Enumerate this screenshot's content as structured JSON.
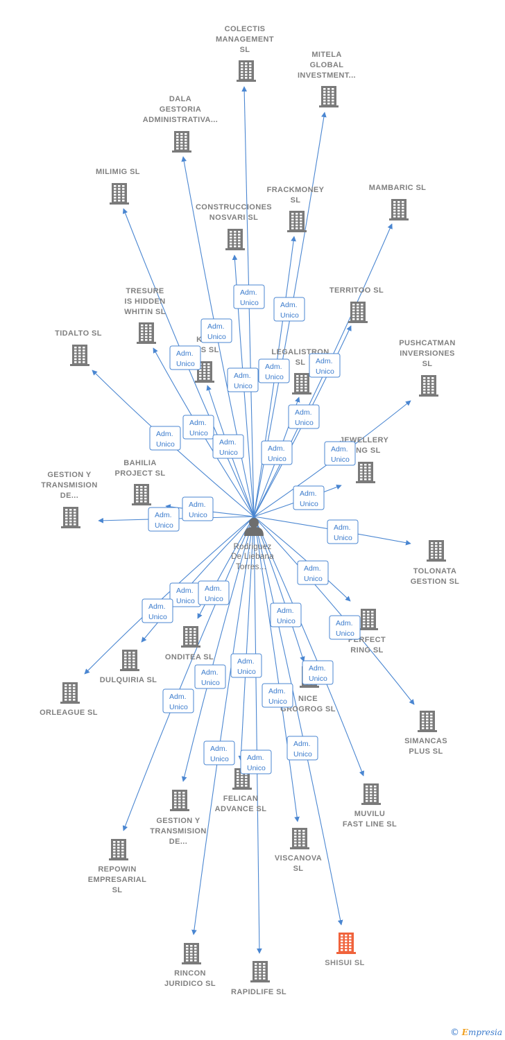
{
  "person": {
    "name_lines": [
      "Rodriguez",
      "De Liebana",
      "Torres..."
    ]
  },
  "relation_label_lines": [
    "Adm.",
    "Unico"
  ],
  "companies": [
    {
      "id": "colectis",
      "lines": [
        "COLECTIS",
        "MANAGEMENT",
        "SL"
      ],
      "highlight": false
    },
    {
      "id": "mitela",
      "lines": [
        "MITELA",
        "GLOBAL",
        "INVESTMENT..."
      ],
      "highlight": false
    },
    {
      "id": "dala",
      "lines": [
        "DALA",
        "GESTORIA",
        "ADMINISTRATIVA..."
      ],
      "highlight": false
    },
    {
      "id": "milimig",
      "lines": [
        "MILIMIG  SL"
      ],
      "highlight": false
    },
    {
      "id": "frackmoney",
      "lines": [
        "FRACKMONEY",
        "SL"
      ],
      "highlight": false
    },
    {
      "id": "mambaric",
      "lines": [
        "MAMBARIC  SL"
      ],
      "highlight": false
    },
    {
      "id": "construcciones",
      "lines": [
        "CONSTRUCCIONES",
        "NOSVARI SL"
      ],
      "highlight": false
    },
    {
      "id": "tresure",
      "lines": [
        "TRESURE",
        "IS HIDDEN",
        "WHITIN  SL"
      ],
      "highlight": false
    },
    {
      "id": "territoo",
      "lines": [
        "TERRITOO  SL"
      ],
      "highlight": false
    },
    {
      "id": "tidalto",
      "lines": [
        "TIDALTO  SL"
      ],
      "highlight": false
    },
    {
      "id": "keyless",
      "lines": [
        "KEY",
        "ESS  SL"
      ],
      "highlight": false
    },
    {
      "id": "legalistron",
      "lines": [
        "LEGALISTRON",
        "SL"
      ],
      "highlight": false
    },
    {
      "id": "pushcatman",
      "lines": [
        "PUSHCATMAN",
        "INVERSIONES",
        "SL"
      ],
      "highlight": false
    },
    {
      "id": "jewellery",
      "lines": [
        "JEWELLERY",
        "KING  SL"
      ],
      "highlight": false
    },
    {
      "id": "bahilia",
      "lines": [
        "BAHILIA",
        "PROJECT  SL"
      ],
      "highlight": false
    },
    {
      "id": "gestion1",
      "lines": [
        "GESTION Y",
        "TRANSMISION",
        "DE..."
      ],
      "highlight": false
    },
    {
      "id": "tolonata",
      "lines": [
        "TOLONATA",
        "GESTION  SL"
      ],
      "highlight": false
    },
    {
      "id": "perfect",
      "lines": [
        "PERFECT",
        "RING  SL"
      ],
      "highlight": false
    },
    {
      "id": "onditea",
      "lines": [
        "ONDITEA  SL"
      ],
      "highlight": false
    },
    {
      "id": "dulquiria",
      "lines": [
        "DULQUIRIA  SL"
      ],
      "highlight": false
    },
    {
      "id": "orleague",
      "lines": [
        "ORLEAGUE  SL"
      ],
      "highlight": false
    },
    {
      "id": "nice",
      "lines": [
        "NICE",
        "GROGROG  SL"
      ],
      "highlight": false
    },
    {
      "id": "simancas",
      "lines": [
        "SIMANCAS",
        "PLUS  SL"
      ],
      "highlight": false
    },
    {
      "id": "felican",
      "lines": [
        "FELICAN",
        "ADVANCE  SL"
      ],
      "highlight": false
    },
    {
      "id": "gestion2",
      "lines": [
        "GESTION Y",
        "TRANSMISION",
        "DE..."
      ],
      "highlight": false
    },
    {
      "id": "muvilu",
      "lines": [
        "MUVILU",
        "FAST LINE  SL"
      ],
      "highlight": false
    },
    {
      "id": "repowin",
      "lines": [
        "REPOWIN",
        "EMPRESARIAL",
        "SL"
      ],
      "highlight": false
    },
    {
      "id": "viscanova",
      "lines": [
        "VISCANOVA",
        "SL"
      ],
      "highlight": false
    },
    {
      "id": "rincon",
      "lines": [
        "RINCON",
        "JURIDICO SL"
      ],
      "highlight": false
    },
    {
      "id": "rapidlife",
      "lines": [
        "RAPIDLIFE  SL"
      ],
      "highlight": false
    },
    {
      "id": "shisui",
      "lines": [
        "SHISUI  SL"
      ],
      "highlight": true
    }
  ],
  "colors": {
    "edge": "#4a86d1",
    "building": "#7a7a7a",
    "building_highlight": "#f0633c",
    "person": "#6e6e6e",
    "label": "#808080"
  },
  "credit": {
    "symbol": "©",
    "brand_initial": "E",
    "brand_rest": "mpresia"
  }
}
